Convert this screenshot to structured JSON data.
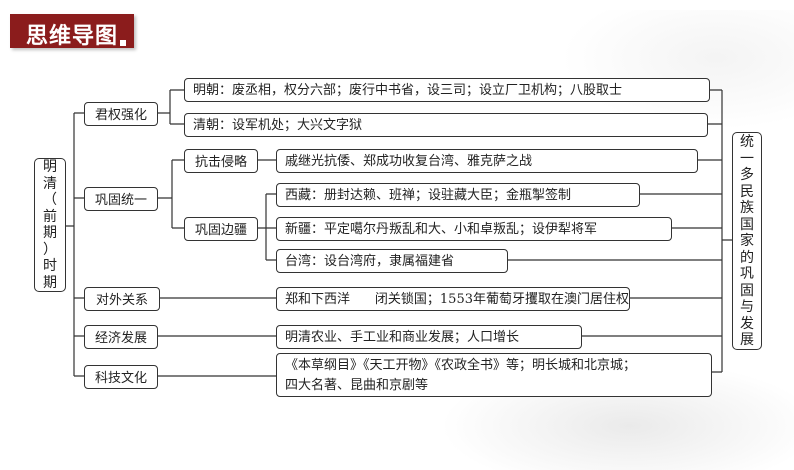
{
  "header": {
    "title": "思维导图"
  },
  "root": {
    "chars": [
      "明",
      "清",
      "（",
      "前",
      "期",
      "）",
      "时",
      "期"
    ]
  },
  "theme": {
    "chars": [
      "统",
      "一",
      "多",
      "民",
      "族",
      "国",
      "家",
      "的",
      "巩",
      "固",
      "与",
      "发",
      "展"
    ]
  },
  "categories": {
    "c1": "君权强化",
    "c2": "巩固统一",
    "c3": "对外关系",
    "c4": "经济发展",
    "c5": "科技文化"
  },
  "subcategories": {
    "s1": "抗击侵略",
    "s2": "巩固边疆"
  },
  "leaves": {
    "l1": "明朝：废丞相，权分六部；废行中书省，设三司；设立厂卫机构；八股取士",
    "l2": "清朝：设军机处；大兴文字狱",
    "l3": "戚继光抗倭、郑成功收复台湾、雅克萨之战",
    "l4": "西藏：册封达赖、班禅；设驻藏大臣；金瓶掣签制",
    "l5": "新疆：平定噶尔丹叛乱和大、小和卓叛乱；设伊犁将军",
    "l6": "台湾：设台湾府，隶属福建省",
    "l7_prefix": "郑和下西洋",
    "l7_suffix": "闭关锁国；1553年葡萄牙攫取在澳门居住权",
    "l8": "明清农业、手工业和商业发展；人口增长",
    "l9_line1": "《本草纲目》《天工开物》《农政全书》等；明长城和北京城；",
    "l9_line2": "四大名著、昆曲和京剧等"
  }
}
